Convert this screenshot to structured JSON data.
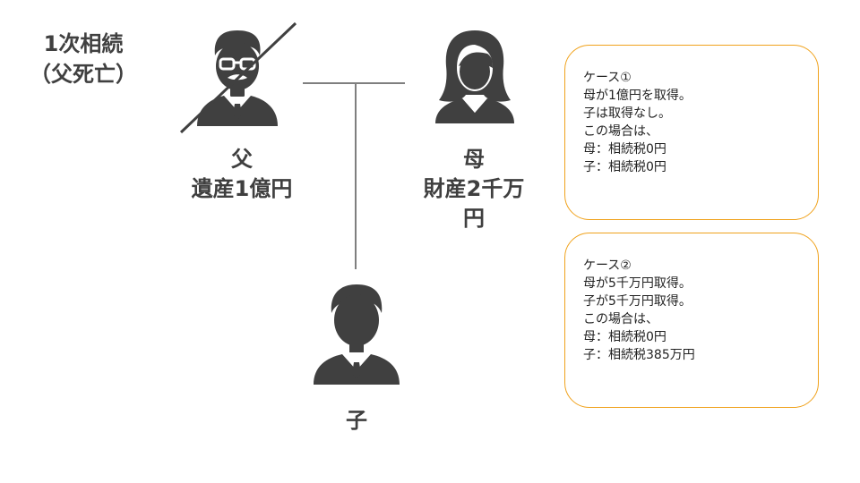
{
  "heading": {
    "line1": "1次相続",
    "line2": "（父死亡）"
  },
  "father": {
    "name": "父",
    "asset": "遺産1億円"
  },
  "mother": {
    "name": "母",
    "asset_line1": "財産2千万",
    "asset_line2": "円"
  },
  "child": {
    "name": "子"
  },
  "case1": {
    "lines": [
      "ケース①",
      "母が1億円を取得。",
      "子は取得なし。",
      "この場合は、",
      "母：相続税0円",
      "子：相続税0円"
    ]
  },
  "case2": {
    "lines": [
      "ケース②",
      "母が5千万円取得。",
      "子が5千万円取得。",
      "この場合は、",
      "母：相続税0円",
      "子：相続税385万円"
    ]
  },
  "colors": {
    "icon": "#404040",
    "line": "#7f7f7f",
    "box_border": "#f0a21c",
    "text": "#3f3f3f"
  },
  "icons": {
    "father": "deceased-man-with-glasses-icon",
    "mother": "woman-icon",
    "child": "man-icon"
  }
}
